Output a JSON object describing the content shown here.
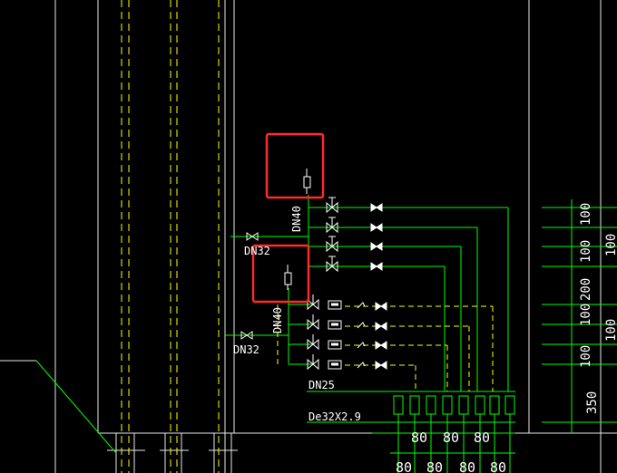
{
  "labels": {
    "dn40_upper": "DN40",
    "dn40_lower": "DN40",
    "dn32_upper": "DN32",
    "dn32_lower": "DN32",
    "dn25": "DN25",
    "pipe_spec": "De32X2.9"
  },
  "dimensions_right": [
    "100",
    "100",
    "200",
    "100",
    "100",
    "350"
  ],
  "dimensions_far_right": [
    "100",
    "100"
  ],
  "bottom_dims_row1": [
    "80",
    "80",
    "80"
  ],
  "bottom_dims_row2": [
    "80",
    "80",
    "80",
    "80"
  ],
  "colors": {
    "background": "#000000",
    "pipe_green": "#00ff00",
    "pipe_yellow": "#ffff00",
    "frame_white": "#ffffff",
    "highlight_red": "#ff2a2a"
  },
  "highlights": [
    "upper-fixture-highlight",
    "lower-fixture-highlight"
  ]
}
